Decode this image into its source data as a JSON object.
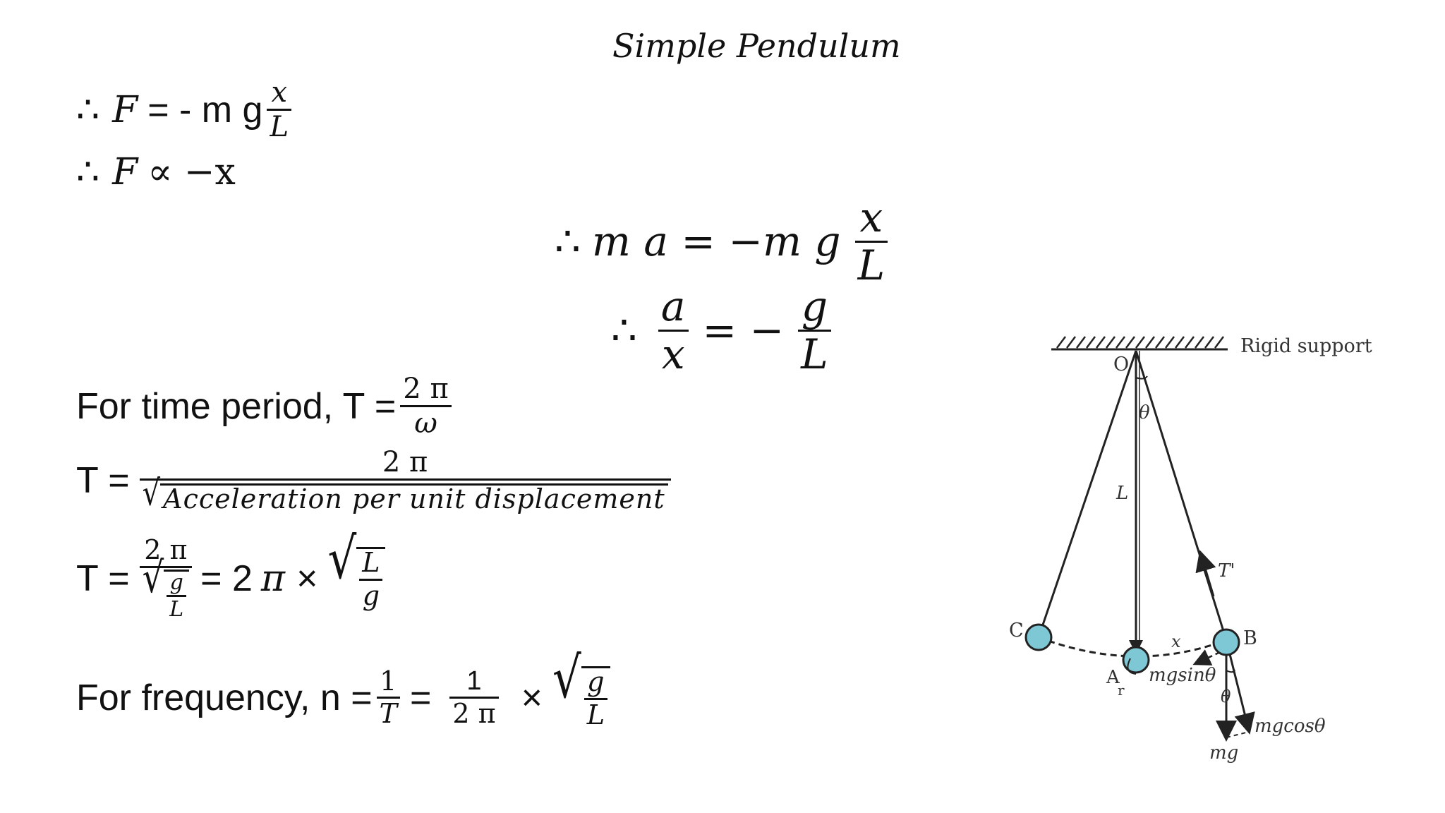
{
  "slide": {
    "title": "Simple Pendulum"
  },
  "equations": {
    "eq1": {
      "prefix": "∴",
      "F": "F",
      "mid": "= - m g",
      "num": "x",
      "den": "L"
    },
    "eq2": {
      "prefix": "∴",
      "F": "F",
      "rest": "∝ −x"
    },
    "eq3": {
      "prefix": "∴",
      "lhs": "m a = −m g",
      "num": "x",
      "den": "L"
    },
    "eq4": {
      "prefix": "∴",
      "num1": "a",
      "den1": "x",
      "mid": "= −",
      "num2": "g",
      "den2": "L"
    },
    "eq5": {
      "label": "For time period, T =",
      "num": "2 π",
      "den": "ω"
    },
    "eq6": {
      "label": "T =",
      "num": "2 π",
      "den": "Acceleration per unit displacement"
    },
    "eq7": {
      "label": "T =",
      "num": "2 π",
      "den_num": "g",
      "den_den": "L",
      "mid": "= 2",
      "pi": "π",
      "times": "×",
      "sq_num": "L",
      "sq_den": "g"
    },
    "eq8": {
      "label": "For frequency, n =",
      "num1": "1",
      "den1": "T",
      "eq": "=",
      "num2": "1",
      "den2": "2 π",
      "times": "×",
      "sq_num": "g",
      "sq_den": "L"
    }
  },
  "diagram": {
    "support_label": "Rigid support",
    "O": "O",
    "theta": "θ",
    "L": "L",
    "T": "T'",
    "C": "C",
    "B": "B",
    "A": "A",
    "x": "x",
    "r": "r",
    "mgsin": "mgsinθ",
    "mgcos": "mgcosθ",
    "mg": "mg",
    "bob_color": "#7ec8d6"
  }
}
